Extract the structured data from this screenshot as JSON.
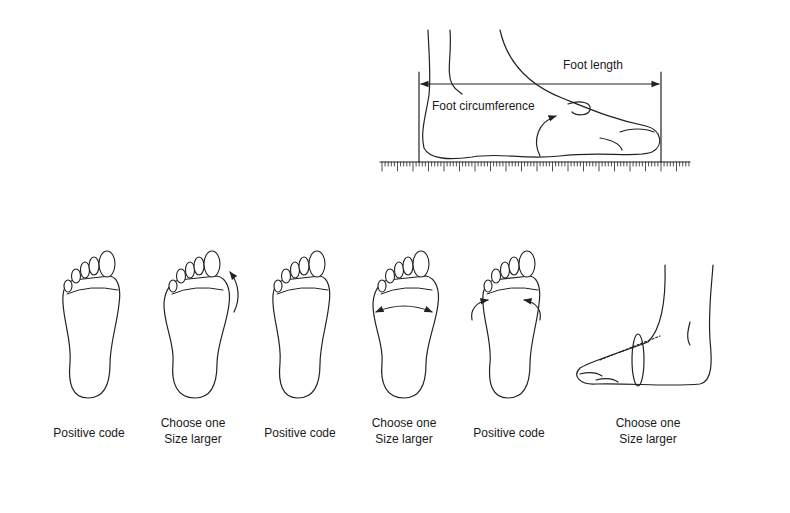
{
  "diagram": {
    "labels": [
      "Foot length",
      "Foot circumference",
      "Positive code",
      "Choose one Size larger",
      "Positive code",
      "Choose one Size larger",
      "Positive code",
      "Choose one Size larger"
    ]
  }
}
